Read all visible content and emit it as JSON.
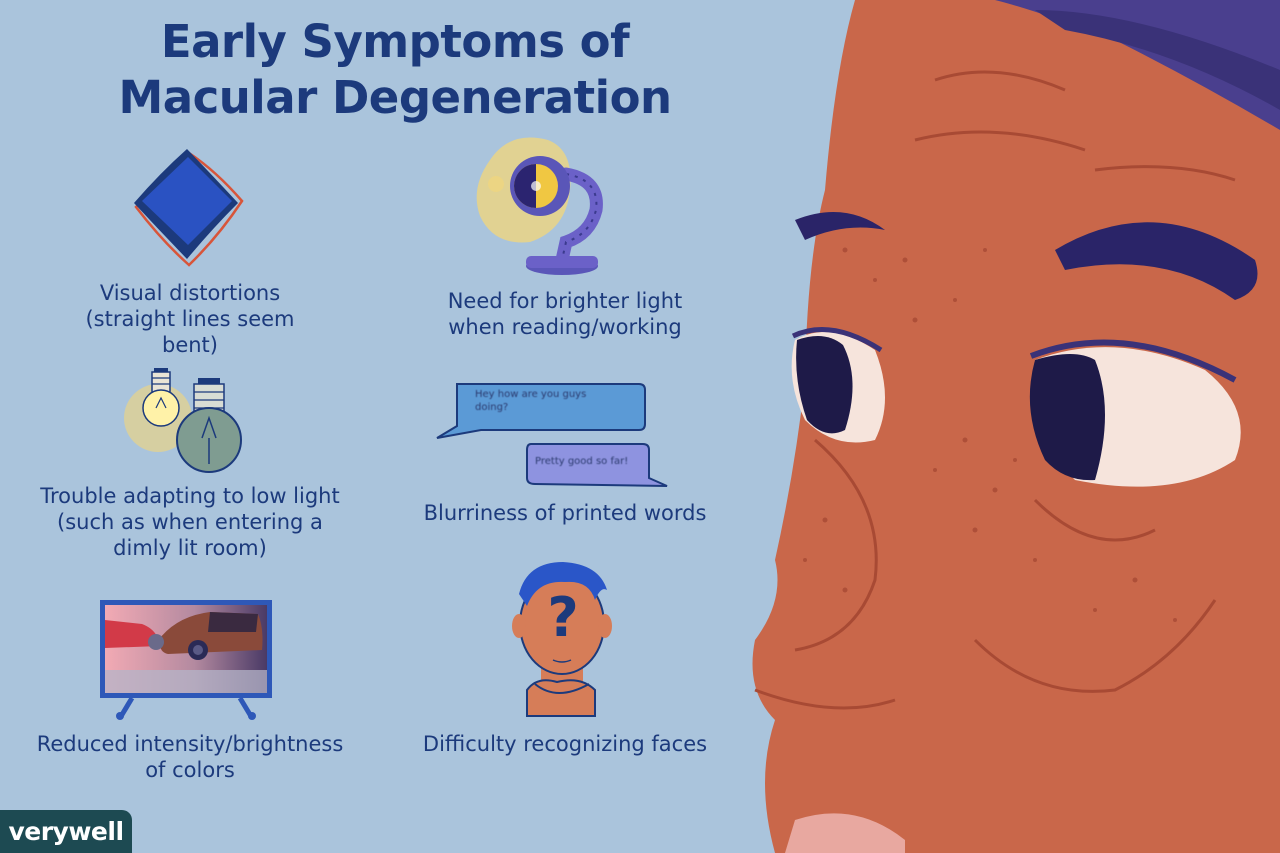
{
  "title": {
    "line1": "Early Symptoms of",
    "line2": "Macular Degeneration"
  },
  "symptoms": [
    {
      "icon": "distorted-diamond-icon",
      "line1": "Visual distortions",
      "line2": "(straight lines seem bent)"
    },
    {
      "icon": "desk-lamp-icon",
      "line1": "Need for brighter light",
      "line2": "when reading/working"
    },
    {
      "icon": "light-bulbs-icon",
      "line1": "Trouble adapting to low light",
      "line2": "(such as when entering a",
      "line3": "dimly lit room)"
    },
    {
      "icon": "chat-bubbles-icon",
      "line1": "Blurriness of printed words"
    },
    {
      "icon": "faded-tv-icon",
      "line1": "Reduced intensity/brightness",
      "line2": "of colors"
    },
    {
      "icon": "question-face-icon",
      "line1": "Difficulty recognizing faces"
    }
  ],
  "chat": {
    "bubble1_line1": "Hey how are you guys",
    "bubble1_line2": "doing?",
    "bubble2": "Pretty good so far!"
  },
  "question_mark": "?",
  "logo": "verywell",
  "colors": {
    "background": "#aac4dc",
    "text": "#1c3a7c",
    "skin": "#c9674a",
    "logo_bg": "#1d4a52"
  }
}
